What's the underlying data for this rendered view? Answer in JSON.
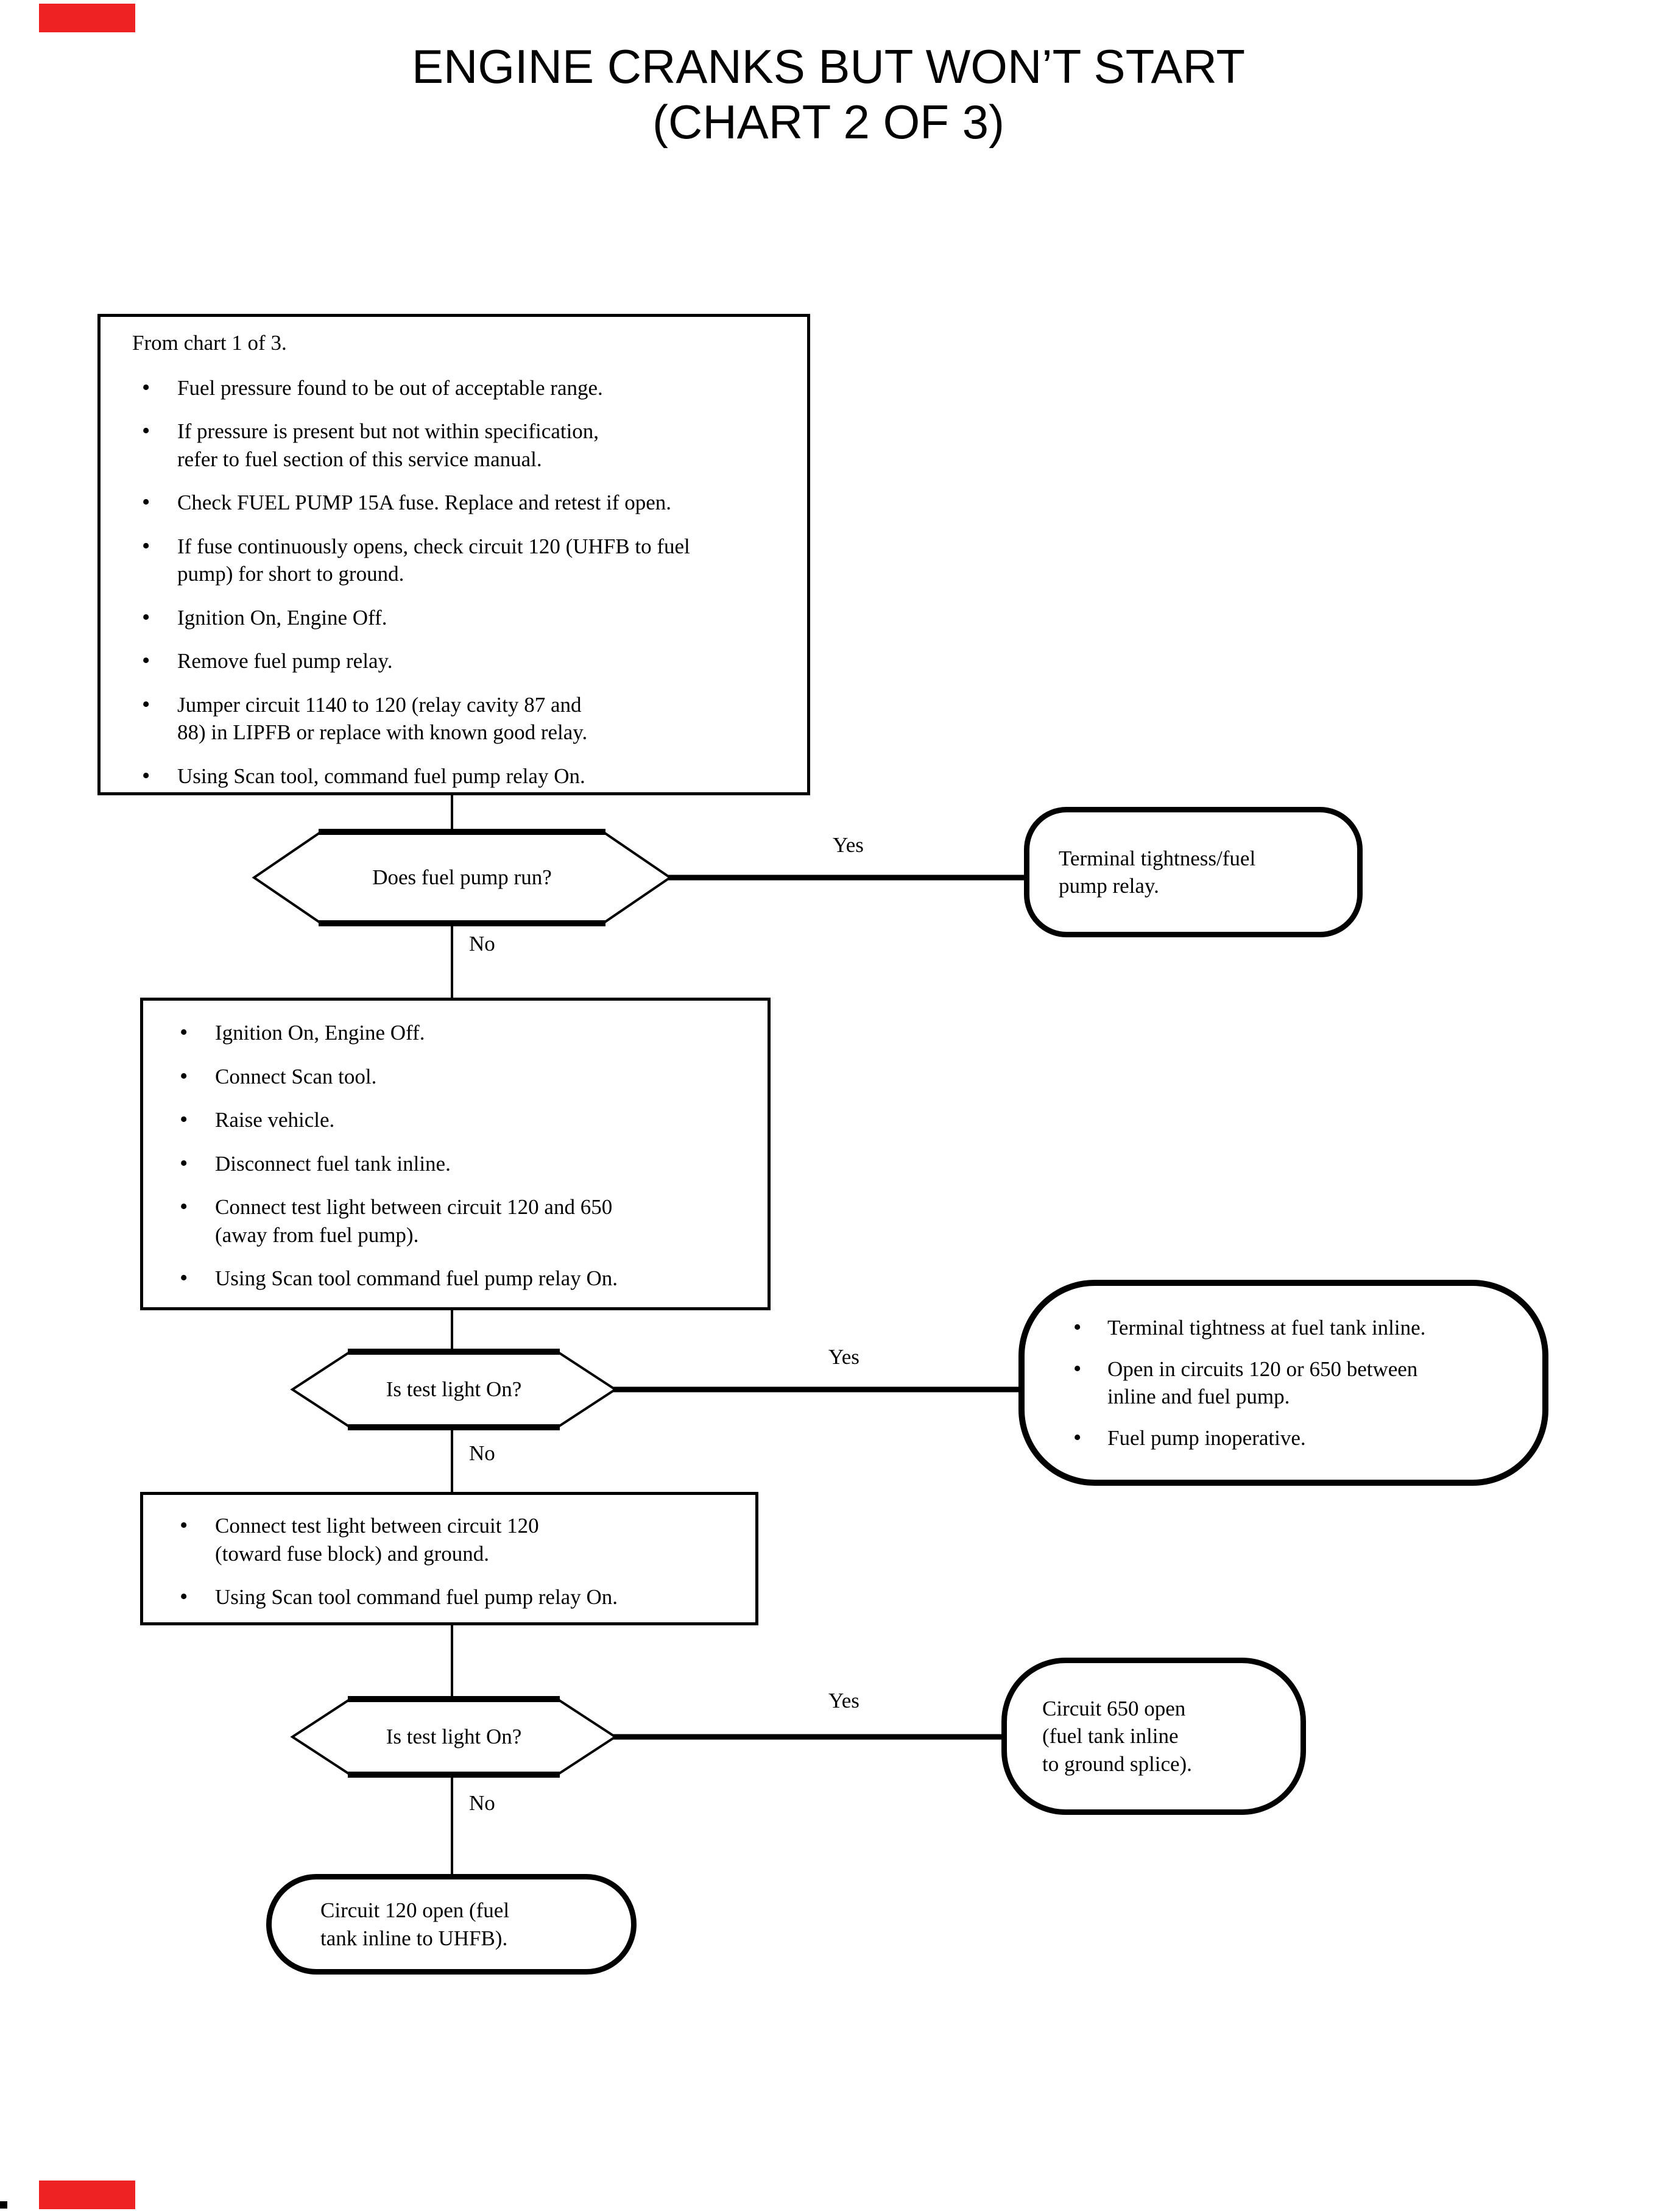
{
  "title": {
    "line1": "ENGINE CRANKS BUT WON’T START",
    "line2": "(CHART 2 OF 3)"
  },
  "labels": {
    "yes": "Yes",
    "no": "No"
  },
  "colors": {
    "ink": "#000000",
    "paper": "#ffffff",
    "registration_mark": "#ee2222"
  },
  "start_box": {
    "heading": "From chart 1 of 3.",
    "bullets": [
      "Fuel pressure found to be out of acceptable range.",
      "If pressure is present but not within specification,\nrefer to fuel section of this service manual.",
      "Check FUEL PUMP 15A fuse. Replace and retest if open.",
      "If fuse continuously opens, check circuit 120 (UHFB to fuel\npump) for short to ground.",
      "Ignition On, Engine Off.",
      "Remove fuel pump relay.",
      "Jumper circuit 1140 to 120 (relay cavity 87 and\n88) in LIPFB or replace with known good relay.",
      "Using Scan tool, command fuel pump relay On."
    ]
  },
  "decision1": {
    "question": "Does fuel pump run?"
  },
  "terminal1": {
    "text": "Terminal tightness/fuel\npump relay."
  },
  "action_box1": {
    "bullets": [
      "Ignition On, Engine Off.",
      "Connect Scan tool.",
      "Raise vehicle.",
      "Disconnect fuel tank inline.",
      "Connect test light between circuit 120 and 650\n(away from fuel pump).",
      "Using Scan tool command fuel pump relay On."
    ]
  },
  "decision2": {
    "question": "Is test light On?"
  },
  "terminal2": {
    "bullets": [
      "Terminal tightness at fuel tank inline.",
      "Open in circuits 120 or 650 between\ninline and fuel pump.",
      "Fuel pump inoperative."
    ]
  },
  "action_box2": {
    "bullets": [
      "Connect test light between circuit 120\n(toward fuse block) and ground.",
      "Using Scan tool command fuel pump relay On."
    ]
  },
  "decision3": {
    "question": "Is test light On?"
  },
  "terminal3": {
    "text": "Circuit 650 open\n(fuel tank inline\nto ground splice)."
  },
  "terminal4": {
    "text": "Circuit 120 open (fuel\ntank inline to UHFB)."
  }
}
